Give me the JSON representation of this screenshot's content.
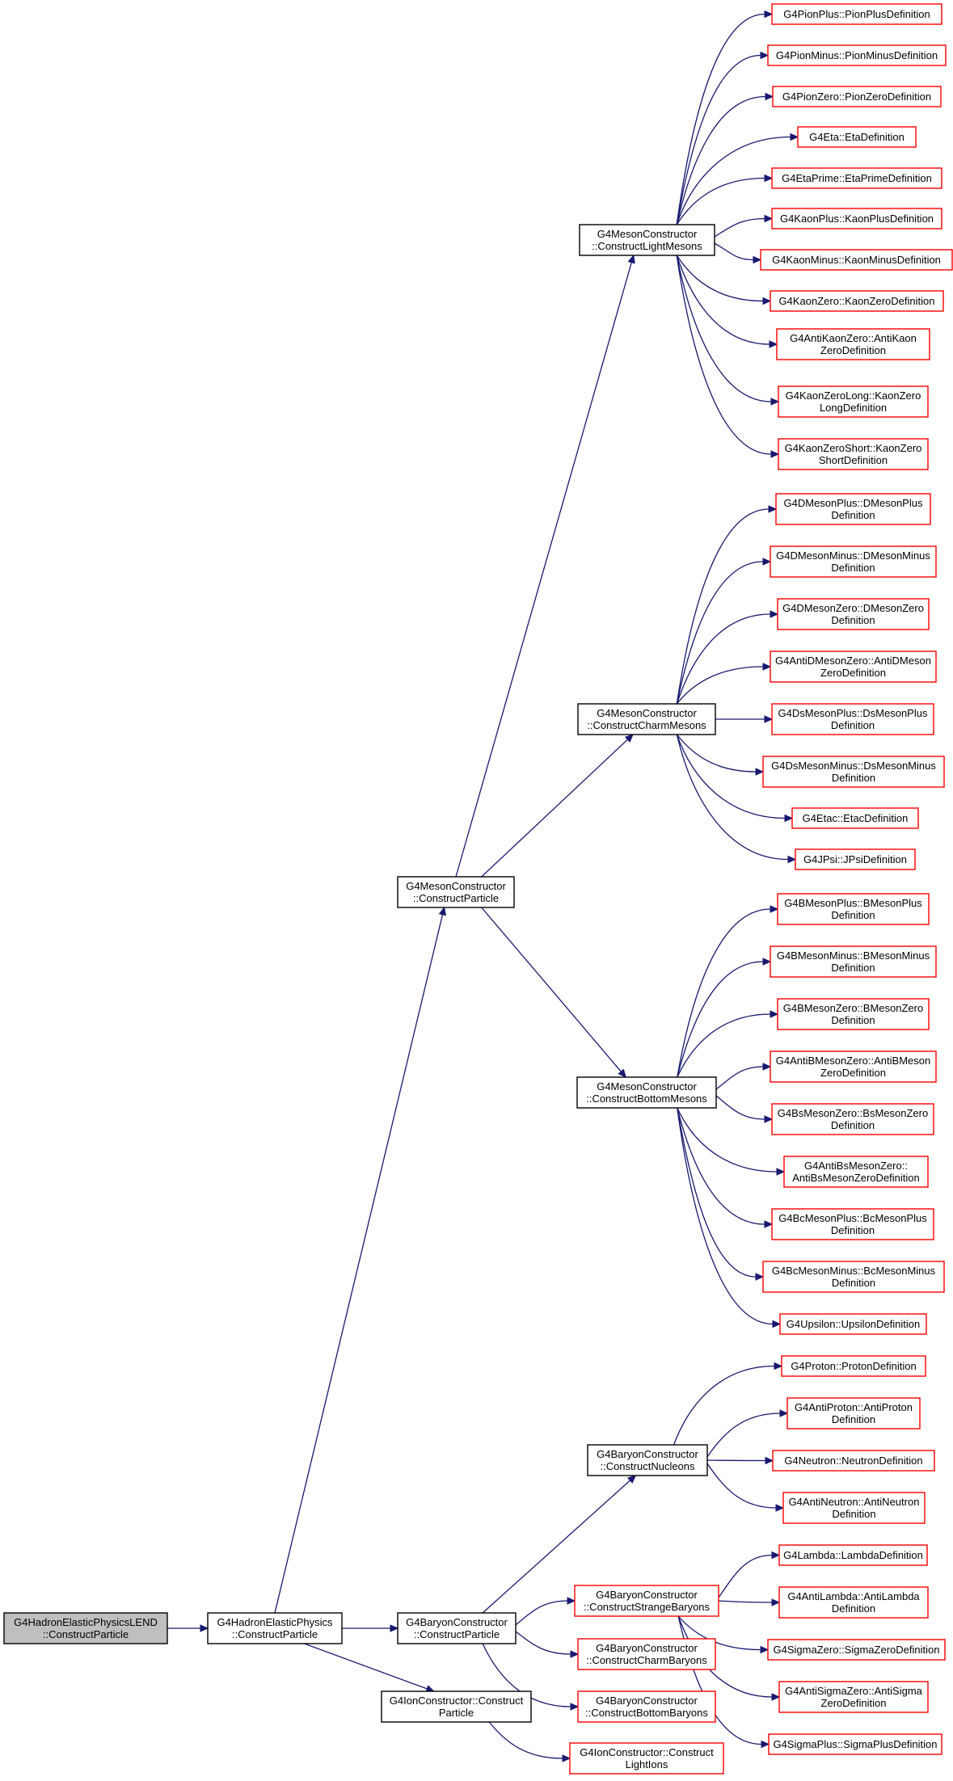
{
  "colors": {
    "edge": "#191970",
    "root_fill": "#bfbfbf",
    "node_border": "#000000",
    "undocumented_border": "#ff0000",
    "node_fill": "#ffffff"
  },
  "nodes": [
    {
      "id": "root",
      "lines": [
        "G4HadronElasticPhysicsLEND",
        "::ConstructParticle"
      ],
      "style": "root"
    },
    {
      "id": "hep",
      "lines": [
        "G4HadronElasticPhysics",
        "::ConstructParticle"
      ],
      "style": "normal"
    },
    {
      "id": "meson",
      "lines": [
        "G4MesonConstructor",
        "::ConstructParticle"
      ],
      "style": "normal"
    },
    {
      "id": "baryon",
      "lines": [
        "G4BaryonConstructor",
        "::ConstructParticle"
      ],
      "style": "normal"
    },
    {
      "id": "ion",
      "lines": [
        "G4IonConstructor::Construct",
        "Particle"
      ],
      "style": "normal"
    },
    {
      "id": "light",
      "lines": [
        "G4MesonConstructor",
        "::ConstructLightMesons"
      ],
      "style": "normal"
    },
    {
      "id": "charm",
      "lines": [
        "G4MesonConstructor",
        "::ConstructCharmMesons"
      ],
      "style": "normal"
    },
    {
      "id": "bottom",
      "lines": [
        "G4MesonConstructor",
        "::ConstructBottomMesons"
      ],
      "style": "normal"
    },
    {
      "id": "nucleons",
      "lines": [
        "G4BaryonConstructor",
        "::ConstructNucleons"
      ],
      "style": "normal"
    },
    {
      "id": "strange",
      "lines": [
        "G4BaryonConstructor",
        "::ConstructStrangeBaryons"
      ],
      "style": "red"
    },
    {
      "id": "charmb",
      "lines": [
        "G4BaryonConstructor",
        "::ConstructCharmBaryons"
      ],
      "style": "red"
    },
    {
      "id": "bottomb",
      "lines": [
        "G4BaryonConstructor",
        "::ConstructBottomBaryons"
      ],
      "style": "red"
    },
    {
      "id": "lightions",
      "lines": [
        "G4IonConstructor::Construct",
        "LightIons"
      ],
      "style": "red"
    },
    {
      "id": "l1",
      "lines": [
        "G4PionPlus::PionPlusDefinition"
      ],
      "style": "red"
    },
    {
      "id": "l2",
      "lines": [
        "G4PionMinus::PionMinusDefinition"
      ],
      "style": "red"
    },
    {
      "id": "l3",
      "lines": [
        "G4PionZero::PionZeroDefinition"
      ],
      "style": "red"
    },
    {
      "id": "l4",
      "lines": [
        "G4Eta::EtaDefinition"
      ],
      "style": "red"
    },
    {
      "id": "l5",
      "lines": [
        "G4EtaPrime::EtaPrimeDefinition"
      ],
      "style": "red"
    },
    {
      "id": "l6",
      "lines": [
        "G4KaonPlus::KaonPlusDefinition"
      ],
      "style": "red"
    },
    {
      "id": "l7",
      "lines": [
        "G4KaonMinus::KaonMinusDefinition"
      ],
      "style": "red"
    },
    {
      "id": "l8",
      "lines": [
        "G4KaonZero::KaonZeroDefinition"
      ],
      "style": "red"
    },
    {
      "id": "l9",
      "lines": [
        "G4AntiKaonZero::AntiKaon",
        "ZeroDefinition"
      ],
      "style": "red"
    },
    {
      "id": "l10",
      "lines": [
        "G4KaonZeroLong::KaonZero",
        "LongDefinition"
      ],
      "style": "red"
    },
    {
      "id": "l11",
      "lines": [
        "G4KaonZeroShort::KaonZero",
        "ShortDefinition"
      ],
      "style": "red"
    },
    {
      "id": "c1",
      "lines": [
        "G4DMesonPlus::DMesonPlus",
        "Definition"
      ],
      "style": "red"
    },
    {
      "id": "c2",
      "lines": [
        "G4DMesonMinus::DMesonMinus",
        "Definition"
      ],
      "style": "red"
    },
    {
      "id": "c3",
      "lines": [
        "G4DMesonZero::DMesonZero",
        "Definition"
      ],
      "style": "red"
    },
    {
      "id": "c4",
      "lines": [
        "G4AntiDMesonZero::AntiDMeson",
        "ZeroDefinition"
      ],
      "style": "red"
    },
    {
      "id": "c5",
      "lines": [
        "G4DsMesonPlus::DsMesonPlus",
        "Definition"
      ],
      "style": "red"
    },
    {
      "id": "c6",
      "lines": [
        "G4DsMesonMinus::DsMesonMinus",
        "Definition"
      ],
      "style": "red"
    },
    {
      "id": "c7",
      "lines": [
        "G4Etac::EtacDefinition"
      ],
      "style": "red"
    },
    {
      "id": "c8",
      "lines": [
        "G4JPsi::JPsiDefinition"
      ],
      "style": "red"
    },
    {
      "id": "b1",
      "lines": [
        "G4BMesonPlus::BMesonPlus",
        "Definition"
      ],
      "style": "red"
    },
    {
      "id": "b2",
      "lines": [
        "G4BMesonMinus::BMesonMinus",
        "Definition"
      ],
      "style": "red"
    },
    {
      "id": "b3",
      "lines": [
        "G4BMesonZero::BMesonZero",
        "Definition"
      ],
      "style": "red"
    },
    {
      "id": "b4",
      "lines": [
        "G4AntiBMesonZero::AntiBMeson",
        "ZeroDefinition"
      ],
      "style": "red"
    },
    {
      "id": "b5",
      "lines": [
        "G4BsMesonZero::BsMesonZero",
        "Definition"
      ],
      "style": "red"
    },
    {
      "id": "b6",
      "lines": [
        "G4AntiBsMesonZero::",
        "AntiBsMesonZeroDefinition"
      ],
      "style": "red"
    },
    {
      "id": "b7",
      "lines": [
        "G4BcMesonPlus::BcMesonPlus",
        "Definition"
      ],
      "style": "red"
    },
    {
      "id": "b8",
      "lines": [
        "G4BcMesonMinus::BcMesonMinus",
        "Definition"
      ],
      "style": "red"
    },
    {
      "id": "b9",
      "lines": [
        "G4Upsilon::UpsilonDefinition"
      ],
      "style": "red"
    },
    {
      "id": "n1",
      "lines": [
        "G4Proton::ProtonDefinition"
      ],
      "style": "red"
    },
    {
      "id": "n2",
      "lines": [
        "G4AntiProton::AntiProton",
        "Definition"
      ],
      "style": "red"
    },
    {
      "id": "n3",
      "lines": [
        "G4Neutron::NeutronDefinition"
      ],
      "style": "red"
    },
    {
      "id": "n4",
      "lines": [
        "G4AntiNeutron::AntiNeutron",
        "Definition"
      ],
      "style": "red"
    },
    {
      "id": "s1",
      "lines": [
        "G4Lambda::LambdaDefinition"
      ],
      "style": "red"
    },
    {
      "id": "s2",
      "lines": [
        "G4AntiLambda::AntiLambda",
        "Definition"
      ],
      "style": "red"
    },
    {
      "id": "s3",
      "lines": [
        "G4SigmaZero::SigmaZeroDefinition"
      ],
      "style": "red"
    },
    {
      "id": "s4",
      "lines": [
        "G4AntiSigmaZero::AntiSigma",
        "ZeroDefinition"
      ],
      "style": "red"
    },
    {
      "id": "s5",
      "lines": [
        "G4SigmaPlus::SigmaPlusDefinition"
      ],
      "style": "red"
    }
  ],
  "edges": [
    [
      "root",
      "hep"
    ],
    [
      "hep",
      "meson"
    ],
    [
      "hep",
      "baryon"
    ],
    [
      "hep",
      "ion"
    ],
    [
      "meson",
      "light"
    ],
    [
      "meson",
      "charm"
    ],
    [
      "meson",
      "bottom"
    ],
    [
      "baryon",
      "nucleons"
    ],
    [
      "baryon",
      "strange"
    ],
    [
      "baryon",
      "charmb"
    ],
    [
      "baryon",
      "bottomb"
    ],
    [
      "ion",
      "lightions"
    ],
    [
      "light",
      "l1"
    ],
    [
      "light",
      "l2"
    ],
    [
      "light",
      "l3"
    ],
    [
      "light",
      "l4"
    ],
    [
      "light",
      "l5"
    ],
    [
      "light",
      "l6"
    ],
    [
      "light",
      "l7"
    ],
    [
      "light",
      "l8"
    ],
    [
      "light",
      "l9"
    ],
    [
      "light",
      "l10"
    ],
    [
      "light",
      "l11"
    ],
    [
      "charm",
      "c1"
    ],
    [
      "charm",
      "c2"
    ],
    [
      "charm",
      "c3"
    ],
    [
      "charm",
      "c4"
    ],
    [
      "charm",
      "c5"
    ],
    [
      "charm",
      "c6"
    ],
    [
      "charm",
      "c7"
    ],
    [
      "charm",
      "c8"
    ],
    [
      "bottom",
      "b1"
    ],
    [
      "bottom",
      "b2"
    ],
    [
      "bottom",
      "b3"
    ],
    [
      "bottom",
      "b4"
    ],
    [
      "bottom",
      "b5"
    ],
    [
      "bottom",
      "b6"
    ],
    [
      "bottom",
      "b7"
    ],
    [
      "bottom",
      "b8"
    ],
    [
      "bottom",
      "b9"
    ],
    [
      "nucleons",
      "n1"
    ],
    [
      "nucleons",
      "n2"
    ],
    [
      "nucleons",
      "n3"
    ],
    [
      "nucleons",
      "n4"
    ],
    [
      "strange",
      "s1"
    ],
    [
      "strange",
      "s2"
    ],
    [
      "strange",
      "s3"
    ],
    [
      "strange",
      "s4"
    ],
    [
      "strange",
      "s5"
    ]
  ]
}
